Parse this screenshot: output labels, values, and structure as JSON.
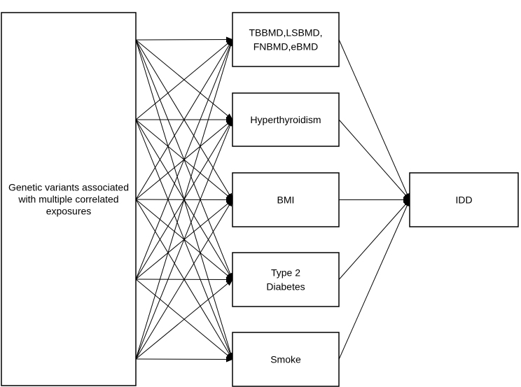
{
  "diagram": {
    "source": {
      "lines": [
        "Genetic variants associated",
        "with multiple correlated",
        "exposures"
      ]
    },
    "exposures": [
      {
        "id": "bmd",
        "lines": [
          "TBBMD,LSBMD,",
          "FNBMD,eBMD"
        ]
      },
      {
        "id": "hyperthyroidism",
        "lines": [
          "Hyperthyroidism"
        ]
      },
      {
        "id": "bmi",
        "lines": [
          "BMI"
        ]
      },
      {
        "id": "t2d",
        "lines": [
          "Type 2",
          "Diabetes"
        ]
      },
      {
        "id": "smoke",
        "lines": [
          "Smoke"
        ]
      }
    ],
    "outcome": {
      "lines": [
        "IDD"
      ]
    }
  }
}
